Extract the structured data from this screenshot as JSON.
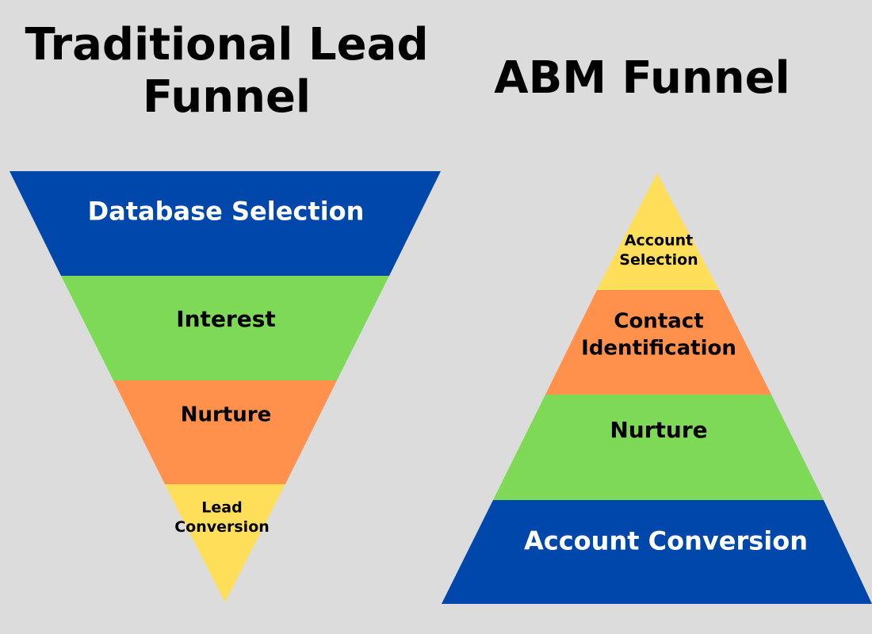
{
  "traditional_funnel": {
    "title_line1": "Traditional Lead",
    "title_line2": "Funnel",
    "stages": [
      {
        "label_lines": [
          "Database Selection"
        ],
        "color": "#0047AB",
        "text_color": "#ffffff"
      },
      {
        "label_lines": [
          "Interest"
        ],
        "color": "#7ED957",
        "text_color": "#000000"
      },
      {
        "label_lines": [
          "Nurture"
        ],
        "color": "#FF914D",
        "text_color": "#000000"
      },
      {
        "label_lines": [
          "Lead",
          "Conversion"
        ],
        "color": "#FFDE59",
        "text_color": "#000000"
      }
    ]
  },
  "abm_funnel": {
    "title": "ABM Funnel",
    "stages": [
      {
        "label_lines": [
          "Account",
          "Selection"
        ],
        "color": "#FFDE59",
        "text_color": "#000000"
      },
      {
        "label_lines": [
          "Contact",
          "Identification"
        ],
        "color": "#FF914D",
        "text_color": "#000000"
      },
      {
        "label_lines": [
          "Nurture"
        ],
        "color": "#7ED957",
        "text_color": "#000000"
      },
      {
        "label_lines": [
          "Account Conversion"
        ],
        "color": "#0047AB",
        "text_color": "#ffffff"
      }
    ]
  }
}
